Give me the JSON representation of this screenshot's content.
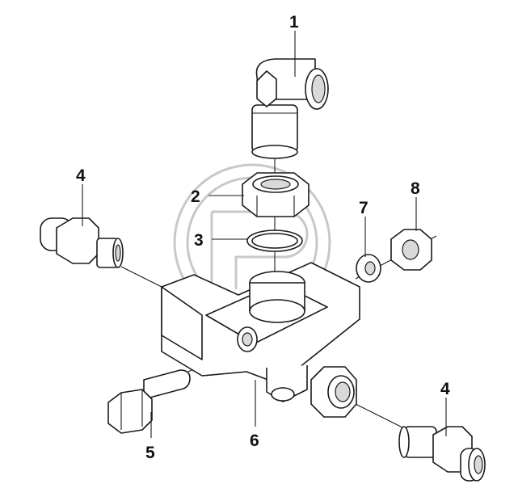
{
  "callouts": {
    "c1": "1",
    "c2": "2",
    "c3": "3",
    "c4a": "4",
    "c4b": "4",
    "c5": "5",
    "c6": "6",
    "c7": "7",
    "c8": "8"
  },
  "colors": {
    "line": "#1a1a1a",
    "watermark": "#c8c8c8"
  }
}
